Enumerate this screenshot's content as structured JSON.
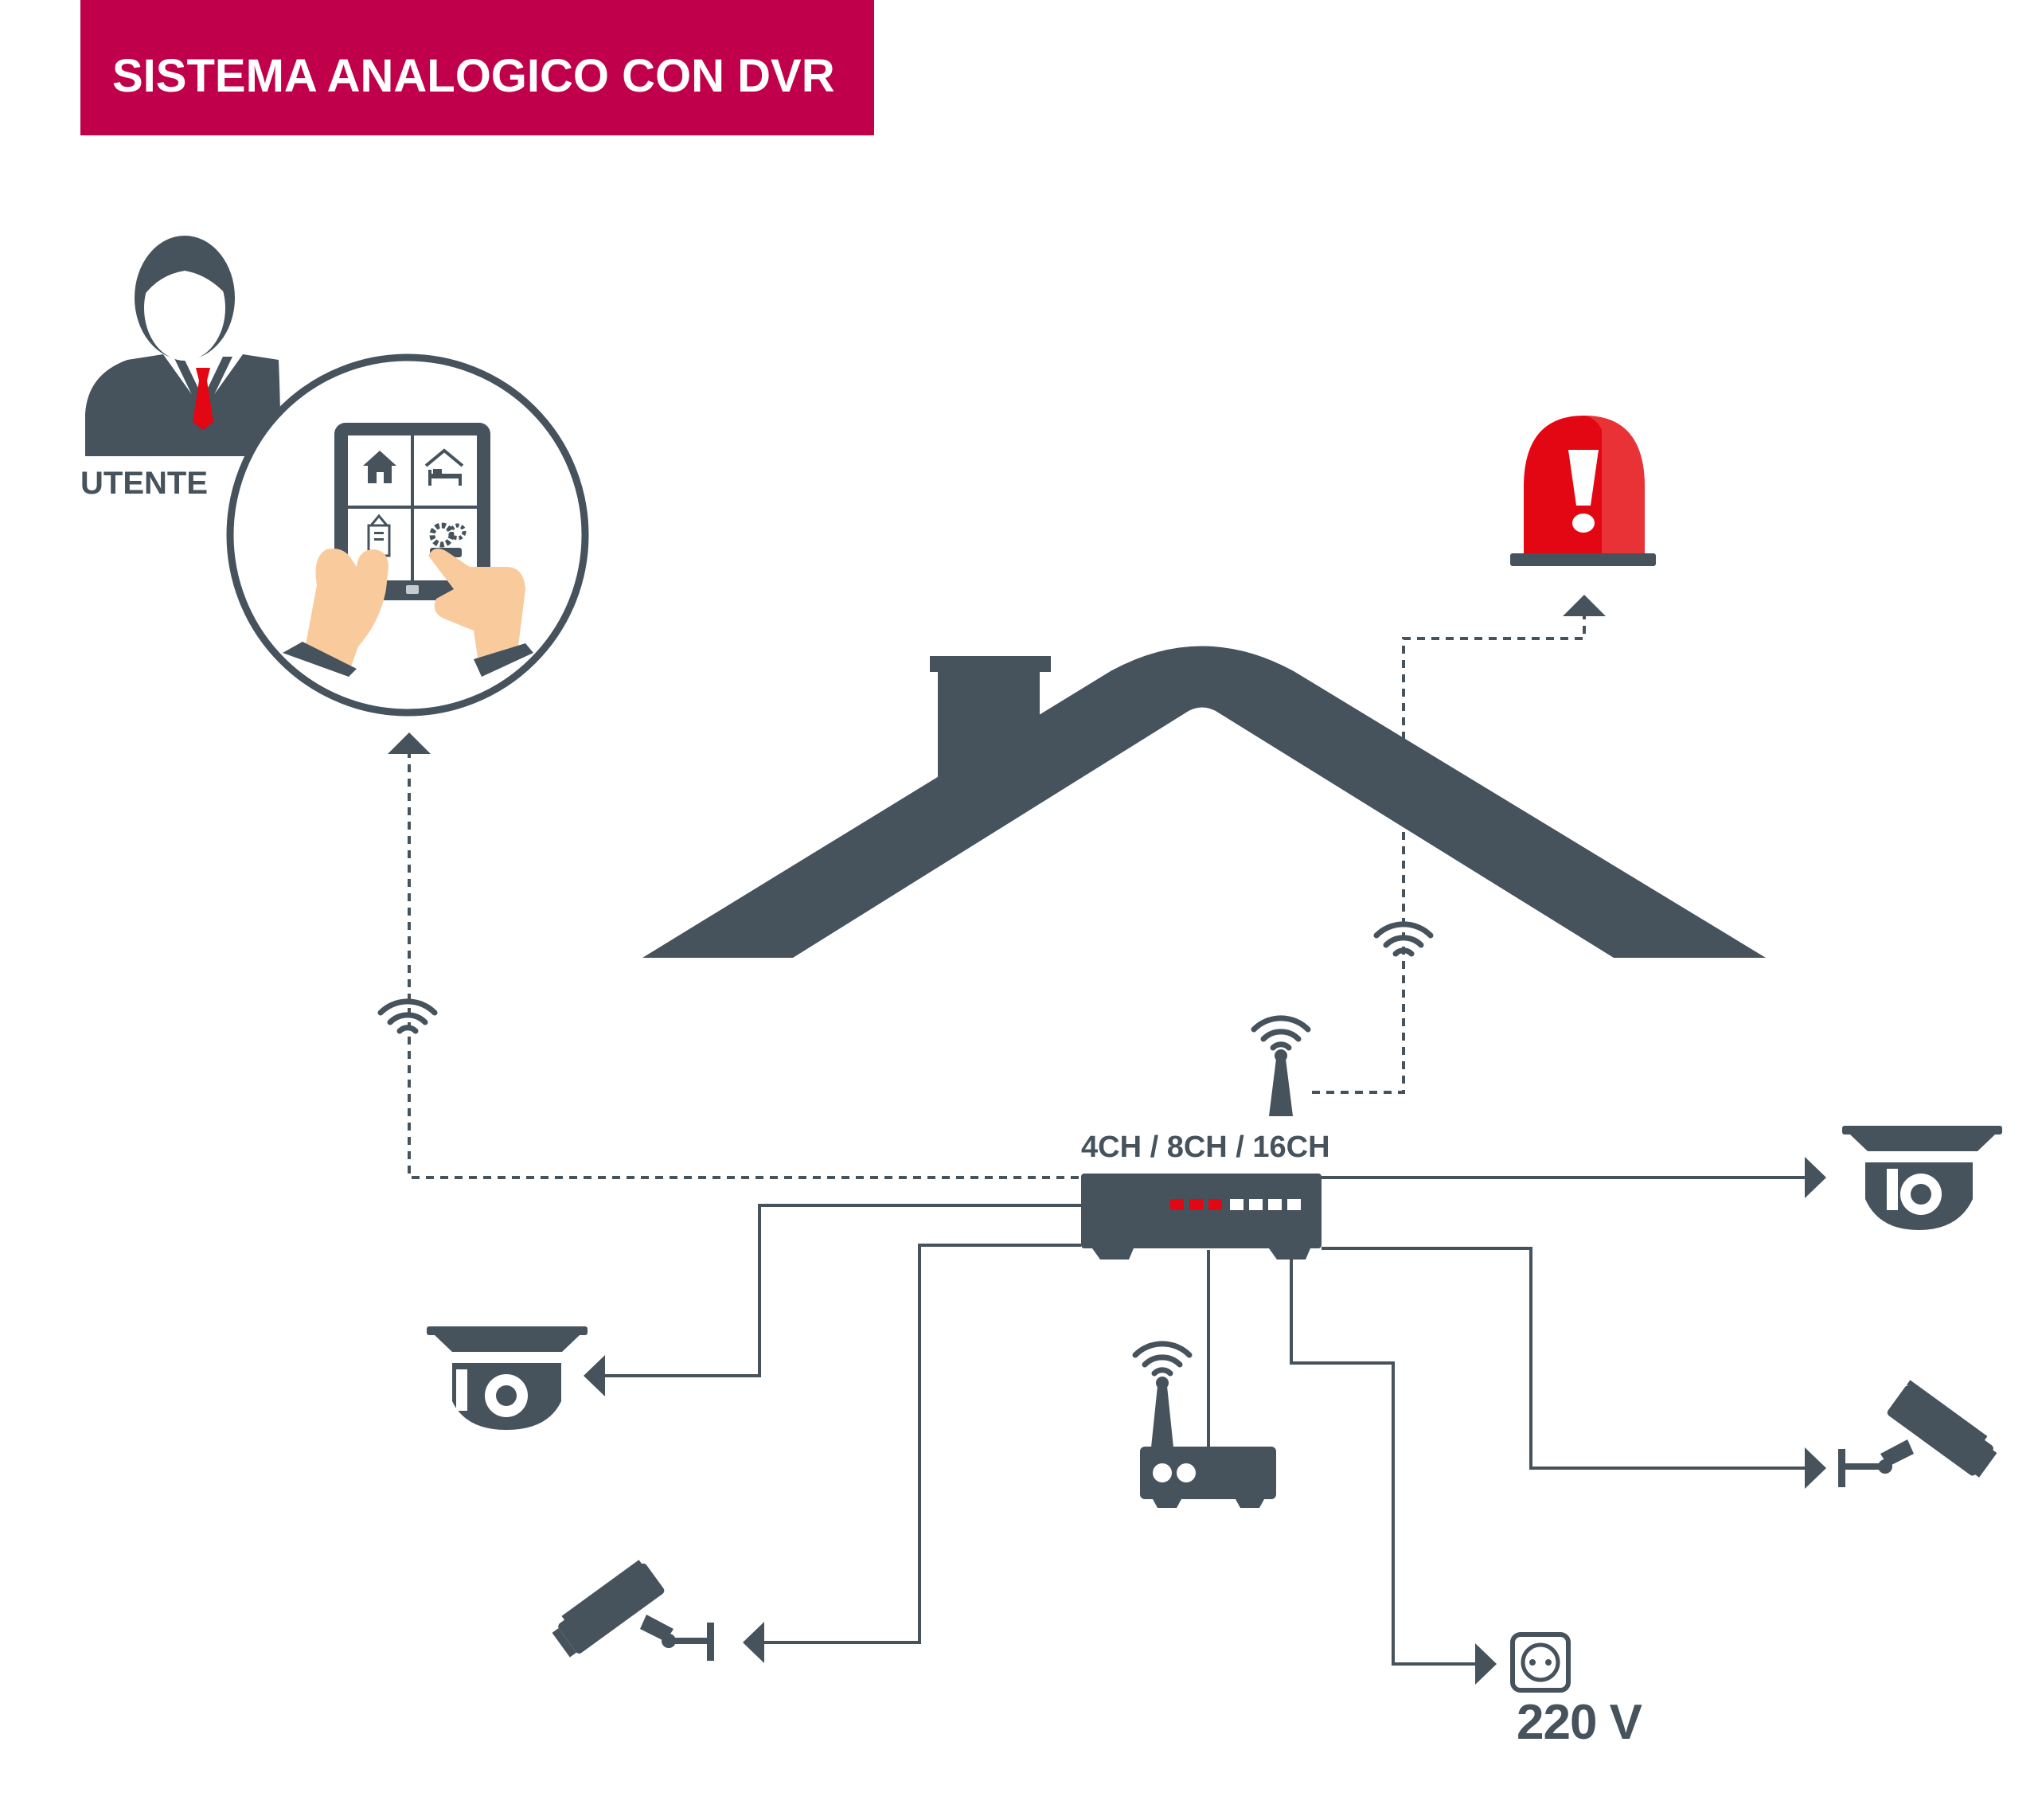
{
  "title": "SISTEMA ANALOGICO CON DVR",
  "user_label": "UTENTE",
  "dvr_label": "4CH / 8CH / 16CH",
  "power_label": "220 V",
  "colors": {
    "banner": "#c0004a",
    "dark_gray": "#46525c",
    "alarm_red": "#e30613",
    "skin": "#f9cb9c",
    "white": "#ffffff"
  },
  "icons": [
    "person-icon",
    "tablet-icon",
    "home-icon",
    "bedroom-icon",
    "building-icon",
    "settings-icon",
    "alarm-siren-icon",
    "house-roof-icon",
    "wifi-icon",
    "antenna-icon",
    "dvr-recorder-icon",
    "dome-camera-icon",
    "bullet-camera-icon",
    "router-icon",
    "power-socket-icon"
  ]
}
